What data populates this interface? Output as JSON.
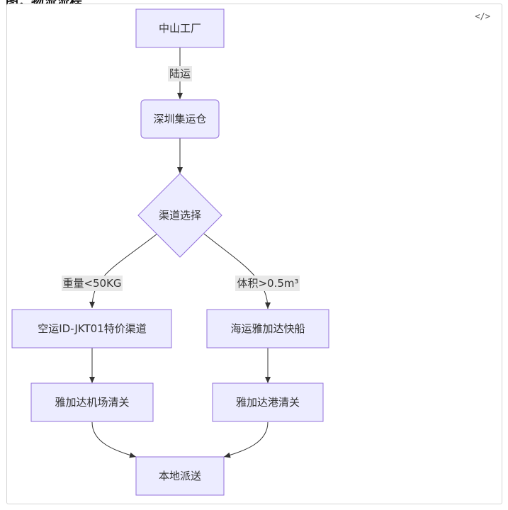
{
  "heading": "图，物流流程",
  "code_toggle": "</>",
  "nodes": {
    "zhongshan": "中山工厂",
    "shenzhen": "深圳集运仓",
    "channel": "渠道选择",
    "air": "空运ID-JKT01特价渠道",
    "sea": "海运雅加达快船",
    "airport": "雅加达机场清关",
    "port": "雅加达港清关",
    "delivery": "本地派送"
  },
  "edges": {
    "land": "陆运",
    "weight": "重量<50KG",
    "volume": "体积>0.5m³"
  }
}
